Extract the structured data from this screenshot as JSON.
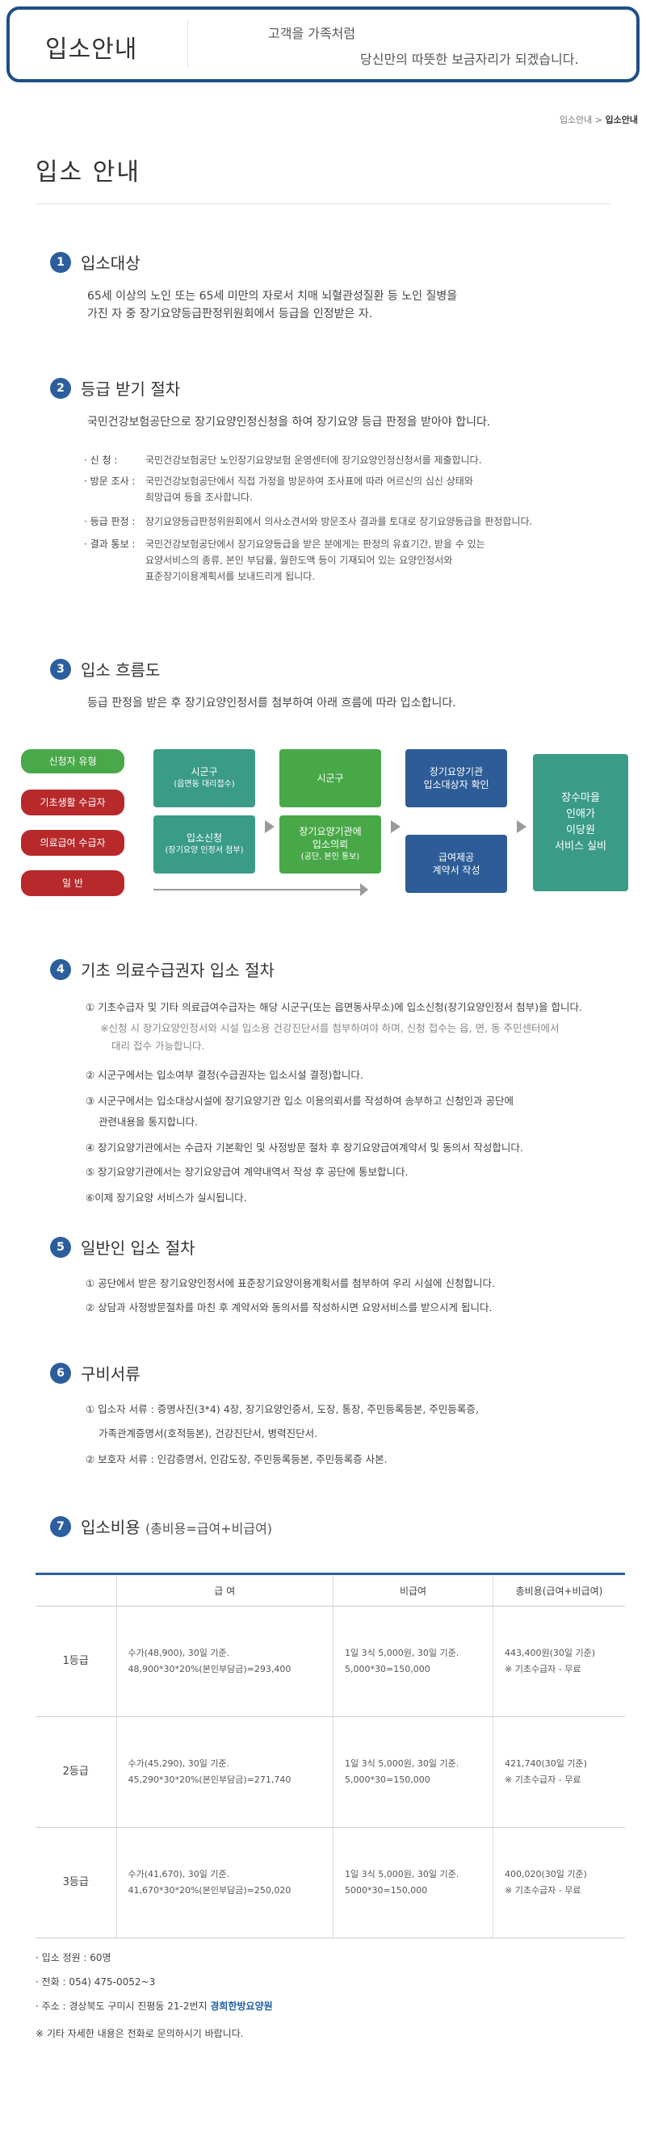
{
  "header": {
    "title": "입소안내",
    "slogan_line1": "고객을 가족처럼",
    "slogan_line2": "당신만의 따뜻한 보금자리가 되겠습니다."
  },
  "breadcrumb": {
    "parent": "입소안내",
    "separator": ">",
    "current": "입소안내"
  },
  "page_title": "입소 안내",
  "sections": {
    "s1": {
      "num": "1",
      "title": "입소대상",
      "line1": "65세 이상의 노인 또는 65세 미만의 자로서 치매 뇌혈관성질환 등 노인 질병을",
      "line2": "가진 자 중 장기요양등급판정위원회에서 등급을 인정받은 자."
    },
    "s2": {
      "num": "2",
      "title": "등급 받기 절차",
      "intro": "국민건강보험공단으로 장기요양인정신청을 하여 장기요양 등급 판정을 받아야 합니다.",
      "rows": [
        {
          "k": "· 신 청 :",
          "v1": "국민건강보험공단 노인장기요양보험 운영센터에 장기요양인정신청서를 제출합니다.",
          "v2": "",
          "v3": ""
        },
        {
          "k": "· 방문 조사 :",
          "v1": "국민건강보험공단에서 직접 가정을 방문하여 조사표에 따라 어르신의 심신 상태와",
          "v2": "희망급여 등을 조사합니다.",
          "v3": ""
        },
        {
          "k": "· 등급 판정 :",
          "v1": "장기요양등급판정위원회에서 의사소견서와 방문조사 결과를 토대로 장기요양등급을 판정합니다.",
          "v2": "",
          "v3": ""
        },
        {
          "k": "· 결과 통보 :",
          "v1": "국민건강보험공단에서 장기요양등급을 받은 분에게는 판정의 유효기간, 받을 수 있는",
          "v2": "요양서비스의 종류, 본인 부담률, 월한도액 등이 기재되어 있는 요양인정서와",
          "v3": "표준장기이용계획서를 보내드리게 됩니다."
        }
      ]
    },
    "s3": {
      "num": "3",
      "title": "입소 흐름도",
      "intro": "등급 판정을 받은 후 장기요양인정서를 첨부하여 아래 흐름에 따라 입소합니다."
    },
    "s4": {
      "num": "4",
      "title": "기초 의료수급권자 입소 절차",
      "steps": [
        "① 기초수급자 및 기타 의료급여수급자는 해당 시군구(또는 읍면동사무소)에 입소신청(장기요양인정서 첨부)을 합니다.",
        "※신청 시 장기요양인정서와 시설 입소용 건강진단서를 첨부하여야 하며, 신청 접수는 읍, 면, 동 주민센터에서",
        "대리 접수 가능합니다.",
        "② 시군구에서는 입소여부 결정(수급권자는 입소시설 결정)합니다.",
        "③ 시군구에서는 입소대상시설에 장기요양기관 입소 이용의뢰서를 작성하여 송부하고 신청인과 공단에",
        "관련내용을 통지합니다.",
        "④ 장기요양기관에서는 수급자 기본확인 및 사정방문 절차 후 장기요양급여계약서 및 동의서 작성합니다.",
        "⑤ 장기요양기관에서는 장기요양급여 계약내역서 작성 후 공단에 통보합니다.",
        "⑥이제 장기요양 서비스가 실시됩니다."
      ]
    },
    "s5": {
      "num": "5",
      "title": "일반인 입소 절차",
      "steps": [
        "① 공단에서 받은 장기요양인정서에 표준장기요양이용계획서를 첨부하여 우리 시설에 신청합니다.",
        "② 상담과 사정방문절차를 마친 후 계약서와 동의서를 작성하시면 요양서비스를 받으시게 됩니다."
      ]
    },
    "s6": {
      "num": "6",
      "title": "구비서류",
      "steps": [
        "① 입소자 서류 : 증명사진(3*4) 4장, 장기요양인증서, 도장, 통장, 주민등록등본, 주민등록증,",
        "가족관계증명서(호적등본), 건강진단서, 병력진단서.",
        "② 보호자 서류 : 인감증명서, 인감도장, 주민등록등본, 주민등록증 사본."
      ]
    },
    "s7": {
      "num": "7",
      "title": "입소비용",
      "subtitle": "(총비용=급여+비급여)"
    }
  },
  "flow": {
    "type_label": "신청자 유형",
    "types": [
      "기초생활 수급자",
      "의료급여 수급자",
      "일 반"
    ],
    "c1_top": "시군구",
    "c1_top_sub": "(읍면동 대리접수)",
    "c1_bot": "입소신청",
    "c1_bot_sub": "(장기요양 인정서 첨부)",
    "c2_top": "시군구",
    "c2_bot": "장기요양기관에",
    "c2_bot2": "입소의뢰",
    "c2_bot_sub": "(공단, 본인 통보)",
    "c3_top": "장기요양기관",
    "c3_top2": "입소대상자 확인",
    "c3_bot": "급여제공",
    "c3_bot2": "계약서 작성",
    "final1": "장수마을",
    "final2": "인애가",
    "final3": "이당원",
    "final4": "서비스 실비"
  },
  "table": {
    "headers": [
      "",
      "급 여",
      "비급여",
      "총비용(급여+비급여)"
    ],
    "rows": [
      {
        "grade": "1등급",
        "pay1": "수가(48,900), 30일 기준.",
        "pay2": "48,900*30*20%(본인부담금)=293,400",
        "non1": "1일 3식 5,000원, 30일 기준.",
        "non2": "5,000*30=150,000",
        "tot1": "443,400원(30일 기준)",
        "tot2": "※ 기초수급자 - 무료"
      },
      {
        "grade": "2등급",
        "pay1": "수가(45,290), 30일 기준.",
        "pay2": "45,290*30*20%(본인부담금)=271,740",
        "non1": "1일 3식 5,000원, 30일 기준.",
        "non2": "5,000*30=150,000",
        "tot1": "421,740(30일 기준)",
        "tot2": "※ 기초수급자 - 무료"
      },
      {
        "grade": "3등급",
        "pay1": "수가(41,670), 30일 기준.",
        "pay2": "41,670*30*20%(본인부담금)=250,020",
        "non1": "1일 3식 5,000원, 30일 기준.",
        "non2": "5000*30=150,000",
        "tot1": "400,020(30일 기준)",
        "tot2": "※ 기초수급자 - 무료"
      }
    ]
  },
  "footer": {
    "capacity": "· 입소 정원 : 60명",
    "phone": "· 전화 : 054) 475-0052~3",
    "address_prefix": "· 주소 : 경상북도 구미시 진평동 21-2번지",
    "address_name": "경희한방요양원",
    "note": "※ 기타 자세한 내용은 전화로 문의하시기 바랍니다."
  },
  "colors": {
    "primary": "#2c5e9e",
    "teal": "#3a9b87",
    "green": "#48a848",
    "red": "#b8292b"
  }
}
